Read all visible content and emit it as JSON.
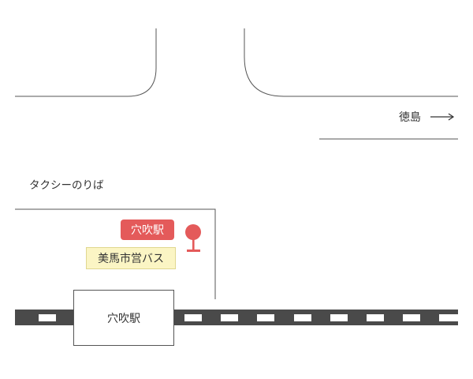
{
  "labels": {
    "direction": "徳島",
    "taxi_stand": "タクシーのりば",
    "station_badge": "穴吹駅",
    "bus_stop": "美馬市営バス",
    "station_building": "穴吹駅"
  },
  "icons": {
    "direction_arrow": "arrow-right-icon",
    "bus_stop_marker": "bus-stop-pin-icon"
  },
  "colors": {
    "road_line": "#555555",
    "railway": "#4a4a4a",
    "railway_gap": "#ffffff",
    "station_badge_bg": "#e45a5a",
    "bus_pin": "#e45a5a",
    "bus_sign_bg": "#fbf5c4"
  }
}
